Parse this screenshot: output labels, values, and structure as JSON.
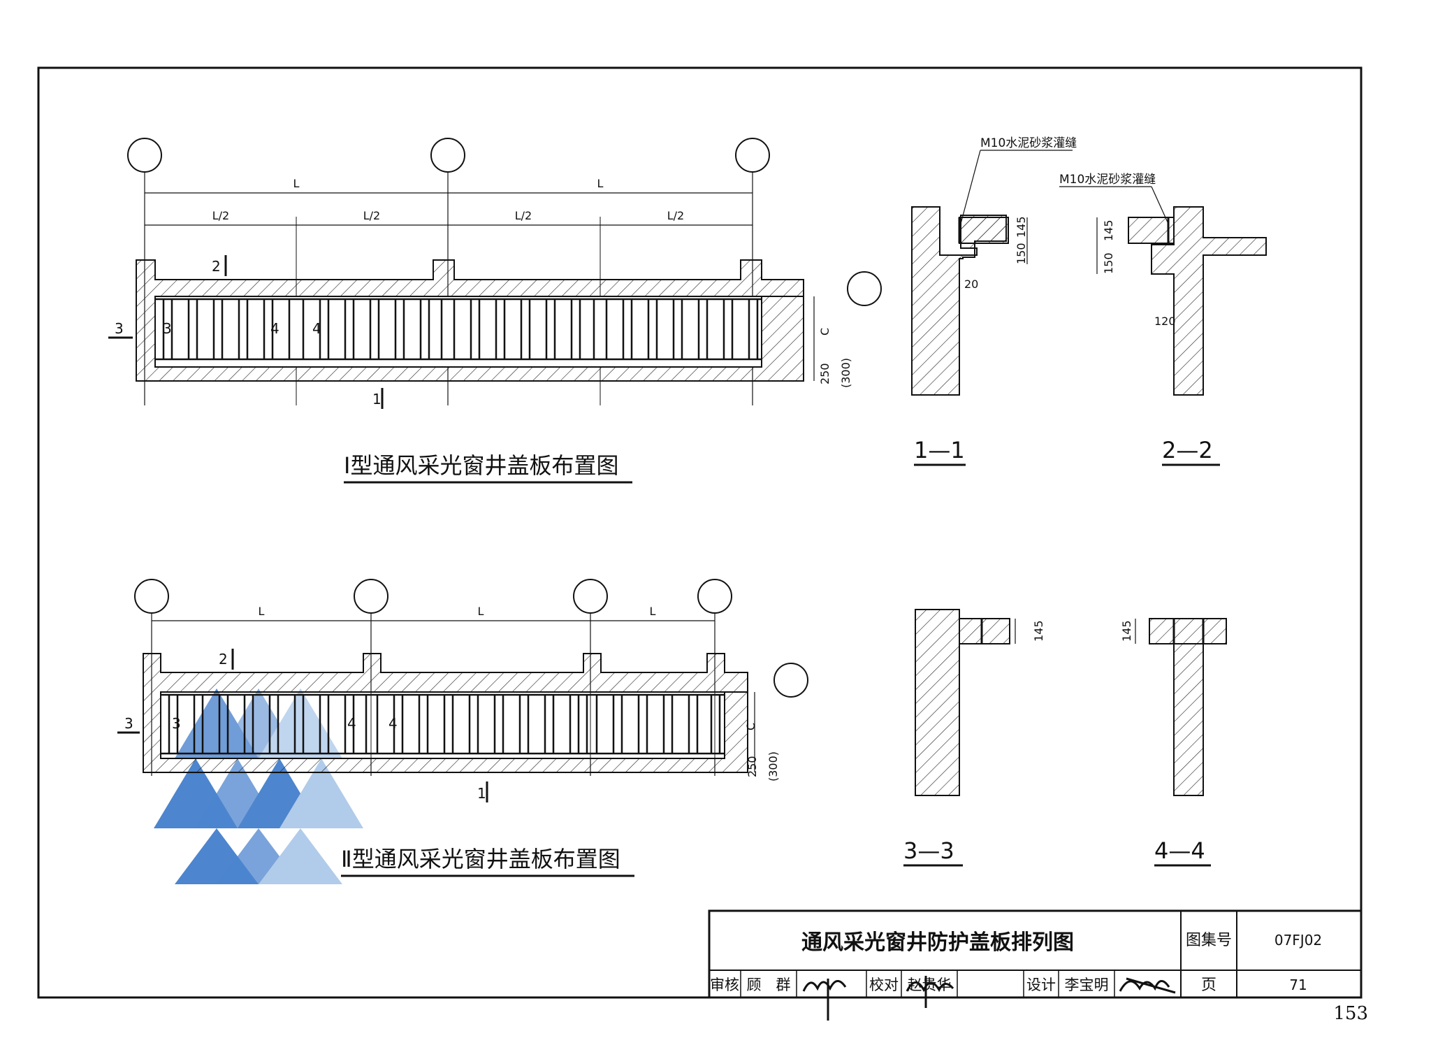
{
  "plan1": {
    "title": "Ⅰ型通风采光窗井盖板布置图",
    "dim_L": [
      "L",
      "L"
    ],
    "dim_half": [
      "L/2",
      "L/2",
      "L/2",
      "L/2"
    ],
    "dim_c": "C",
    "dim_250": "250",
    "dim_300": "(300)",
    "cut_labels": {
      "two": "2",
      "three": "3",
      "four": "4",
      "one": "1"
    }
  },
  "plan2": {
    "title": "Ⅱ型通风采光窗井盖板布置图",
    "dim_L": [
      "L",
      "L",
      "L"
    ],
    "dim_c": "C",
    "dim_250": "250",
    "dim_300": "(300)",
    "cut_labels": {
      "two": "2",
      "three": "3",
      "four": "4",
      "one": "1"
    }
  },
  "sections": {
    "s11": {
      "title": "1—1",
      "note": "M10水泥砂浆灌缝",
      "d145": "145",
      "d150": "150",
      "d20": "20"
    },
    "s22": {
      "title": "2—2",
      "note": "M10水泥砂浆灌缝",
      "d145": "145",
      "d150": "150",
      "d120": "120"
    },
    "s33": {
      "title": "3—3",
      "d145": "145"
    },
    "s44": {
      "title": "4—4",
      "d145": "145"
    }
  },
  "title_block": {
    "title": "通风采光窗井防护盖板排列图",
    "atlas_label": "图集号",
    "atlas_no": "07FJ02",
    "page_label": "页",
    "page_no": "71",
    "review_label": "审核",
    "reviewer": "顾　群",
    "check_label": "校对",
    "checker": "赵贵华",
    "design_label": "设计",
    "designer": "李宝明"
  },
  "page_number": "153",
  "colors": {
    "ink": "#111111",
    "watermark_dark": "#3a78c9",
    "watermark_light": "#a9c6e8"
  }
}
